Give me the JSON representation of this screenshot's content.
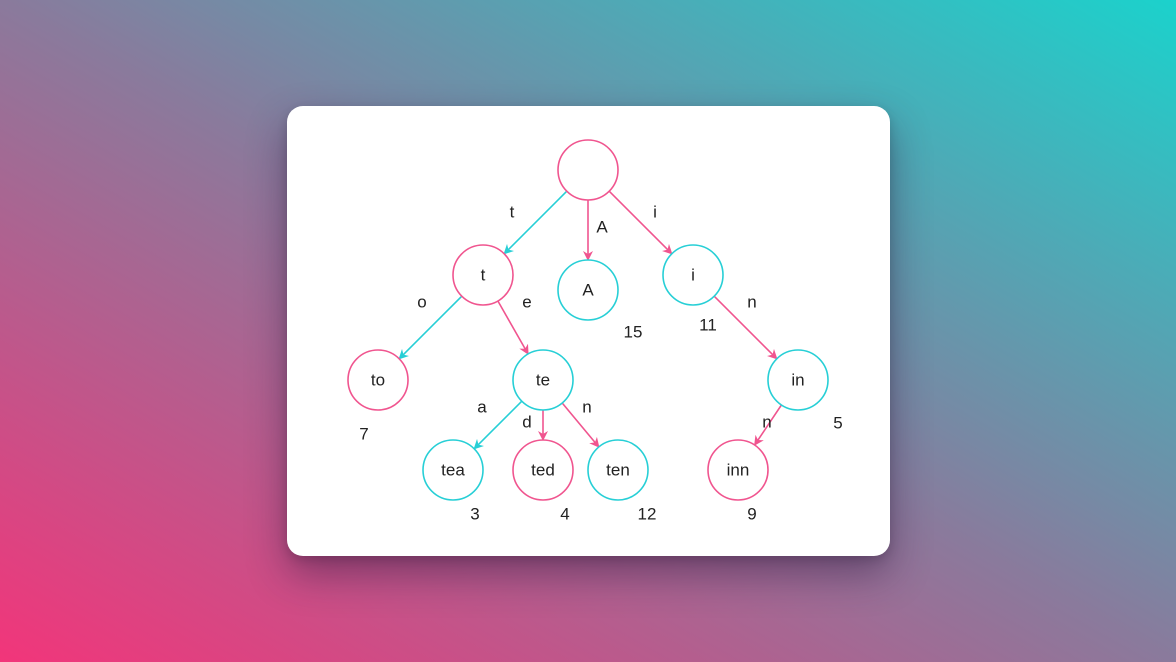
{
  "colors": {
    "pink": "#f0558f",
    "cyan": "#27cfd6",
    "text": "#222222"
  },
  "nodes": [
    {
      "id": "root",
      "label": "",
      "value": "",
      "color": "pink"
    },
    {
      "id": "t",
      "label": "t",
      "value": "",
      "color": "pink"
    },
    {
      "id": "A",
      "label": "A",
      "value": "15",
      "color": "cyan"
    },
    {
      "id": "i",
      "label": "i",
      "value": "11",
      "color": "cyan"
    },
    {
      "id": "to",
      "label": "to",
      "value": "7",
      "color": "pink"
    },
    {
      "id": "te",
      "label": "te",
      "value": "",
      "color": "cyan"
    },
    {
      "id": "in",
      "label": "in",
      "value": "5",
      "color": "cyan"
    },
    {
      "id": "tea",
      "label": "tea",
      "value": "3",
      "color": "cyan"
    },
    {
      "id": "ted",
      "label": "ted",
      "value": "4",
      "color": "pink"
    },
    {
      "id": "ten",
      "label": "ten",
      "value": "12",
      "color": "cyan"
    },
    {
      "id": "inn",
      "label": "inn",
      "value": "9",
      "color": "pink"
    }
  ],
  "edges": [
    {
      "from": "root",
      "to": "t",
      "label": "t",
      "color": "cyan"
    },
    {
      "from": "root",
      "to": "A",
      "label": "A",
      "color": "pink"
    },
    {
      "from": "root",
      "to": "i",
      "label": "i",
      "color": "pink"
    },
    {
      "from": "t",
      "to": "to",
      "label": "o",
      "color": "cyan"
    },
    {
      "from": "t",
      "to": "te",
      "label": "e",
      "color": "pink"
    },
    {
      "from": "i",
      "to": "in",
      "label": "n",
      "color": "pink"
    },
    {
      "from": "te",
      "to": "tea",
      "label": "a",
      "color": "cyan"
    },
    {
      "from": "te",
      "to": "ted",
      "label": "d",
      "color": "pink"
    },
    {
      "from": "te",
      "to": "ten",
      "label": "n",
      "color": "pink"
    },
    {
      "from": "in",
      "to": "inn",
      "label": "n",
      "color": "pink"
    }
  ]
}
